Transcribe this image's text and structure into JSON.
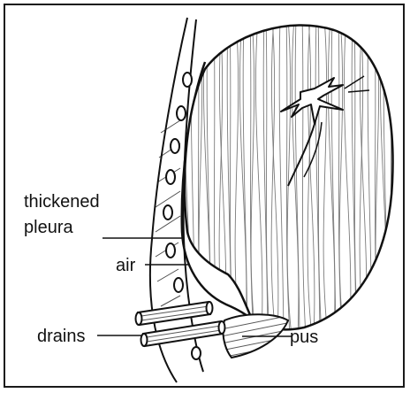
{
  "diagram": {
    "labels": {
      "thickened_line1": "thickened",
      "thickened_line2": "pleura",
      "air": "air",
      "drains": "drains",
      "pus": "pus"
    },
    "colors": {
      "ink": "#111111",
      "background": "#ffffff"
    }
  }
}
